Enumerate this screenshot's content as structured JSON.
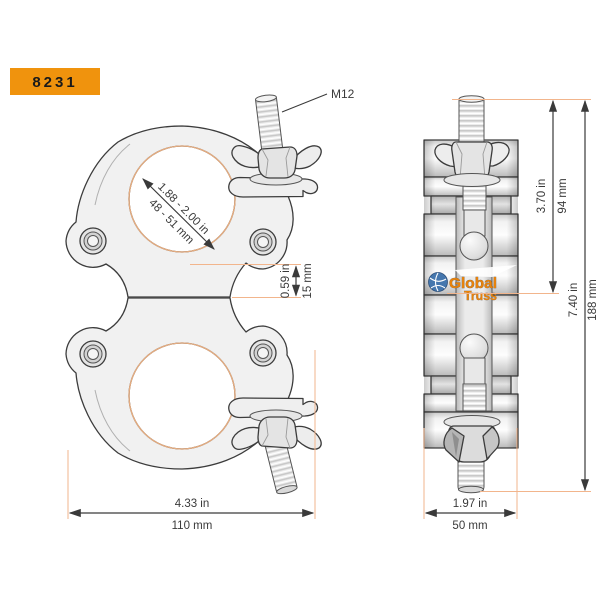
{
  "badge": {
    "label": "8231"
  },
  "callout": {
    "bolt_thread": "M12"
  },
  "front_view": {
    "bore": {
      "inches": "1.88 - 2.00 in",
      "mm": "48 - 51 mm"
    },
    "spacer": {
      "inches": "0.59 in",
      "mm": "15 mm"
    },
    "width": {
      "inches": "4.33 in",
      "mm": "110 mm"
    }
  },
  "side_view": {
    "clamp_height": {
      "inches": "3.70 in",
      "mm": "94 mm"
    },
    "total_height": {
      "inches": "7.40 in",
      "mm": "188 mm"
    },
    "depth": {
      "inches": "1.97 in",
      "mm": "50 mm"
    }
  },
  "logo": {
    "word_top": "Global",
    "word_bottom": "Truss"
  },
  "colors": {
    "badge_bg": "#F0930D",
    "badge_text": "#1a1a1a",
    "extension_line": "#F2B58C",
    "bore_circle": "#E7AD80",
    "dimension_ink": "#3a3a3a",
    "logo_orange": "#E8820A",
    "logo_blue": "#4577AE"
  }
}
